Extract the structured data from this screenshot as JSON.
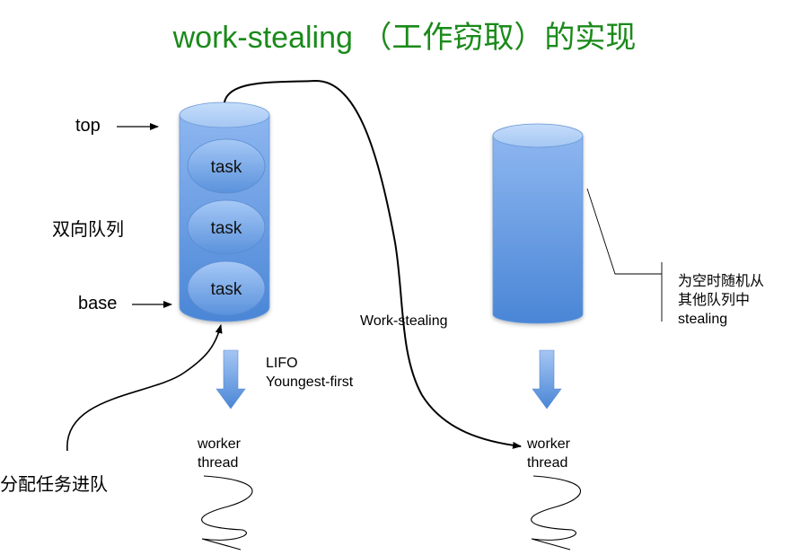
{
  "title": "work-stealing （工作窃取）的实现",
  "colors": {
    "title": "#1a8a1a",
    "cylinder_light": "#a9c9f5",
    "cylinder_dark": "#4a86d6",
    "arrow": "#000000"
  },
  "left_queue": {
    "top_label": "top",
    "base_label": "base",
    "deque_label": "双向队列",
    "tasks": [
      "task",
      "task",
      "task"
    ],
    "pop_order_line1": "LIFO",
    "pop_order_line2": "Youngest-first",
    "enqueue_label": "分配任务进队",
    "worker_line1": "worker",
    "worker_line2": "thread"
  },
  "right_queue": {
    "steal_note_line1": "为空时随机从",
    "steal_note_line2": "其他队列中",
    "steal_note_line3": "stealing",
    "worker_line1": "worker",
    "worker_line2": "thread"
  },
  "steal_arrow_label": "Work-stealing"
}
